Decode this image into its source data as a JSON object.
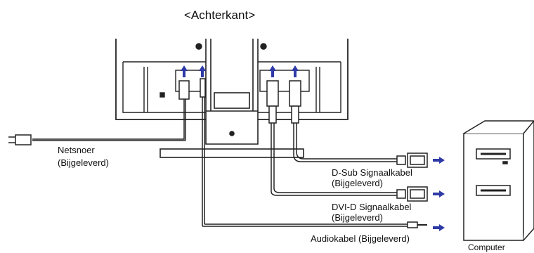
{
  "title": "<Achterkant>",
  "labels": {
    "power_cord": [
      "Netsnoer",
      "(Bijgeleverd)"
    ],
    "dsub_cable": [
      "D-Sub Signaalkabel",
      "(Bijgeleverd)"
    ],
    "dvi_cable": [
      "DVI-D Signaalkabel",
      "(Bijgeleverd)"
    ],
    "audio_cable": "Audiokabel (Bijgeleverd)",
    "computer": "Computer"
  },
  "colors": {
    "arrow": "#2e3aa6",
    "line": "#222222",
    "panel": "#f2f2f2",
    "dark": "#111111"
  }
}
